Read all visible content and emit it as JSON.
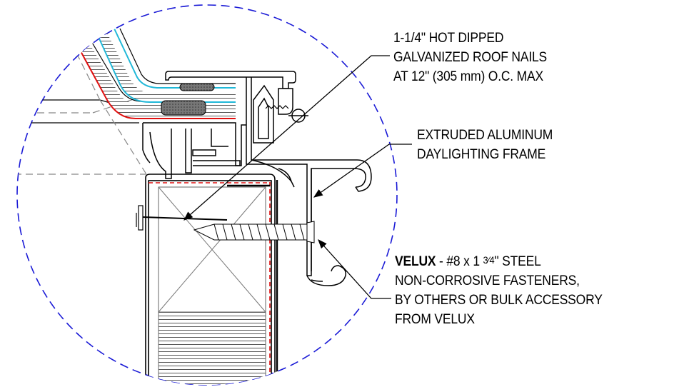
{
  "callouts": {
    "nails": {
      "lines": [
        "1-1/4\" HOT DIPPED",
        "GALVANIZED ROOF NAILS",
        "AT 12\" (305 mm) O.C. MAX"
      ]
    },
    "frame": {
      "lines": [
        "EXTRUDED ALUMINUM",
        "DAYLIGHTING FRAME"
      ]
    },
    "fasteners": {
      "brand": "VELUX",
      "line1_rest": " - #8 x 1 ",
      "fraction": "3⁄4",
      "line1_end": "\" STEEL",
      "lines": [
        "NON-CORROSIVE FASTENERS,",
        "BY OTHERS OR BULK ACCESSORY",
        "FROM VELUX"
      ]
    }
  },
  "colors": {
    "detail_circle": "#1a1ad6",
    "underlayment_red": "#e01010",
    "flashing_cyan": "#21b8d8",
    "line": "#000000",
    "hidden_line": "#888888"
  }
}
